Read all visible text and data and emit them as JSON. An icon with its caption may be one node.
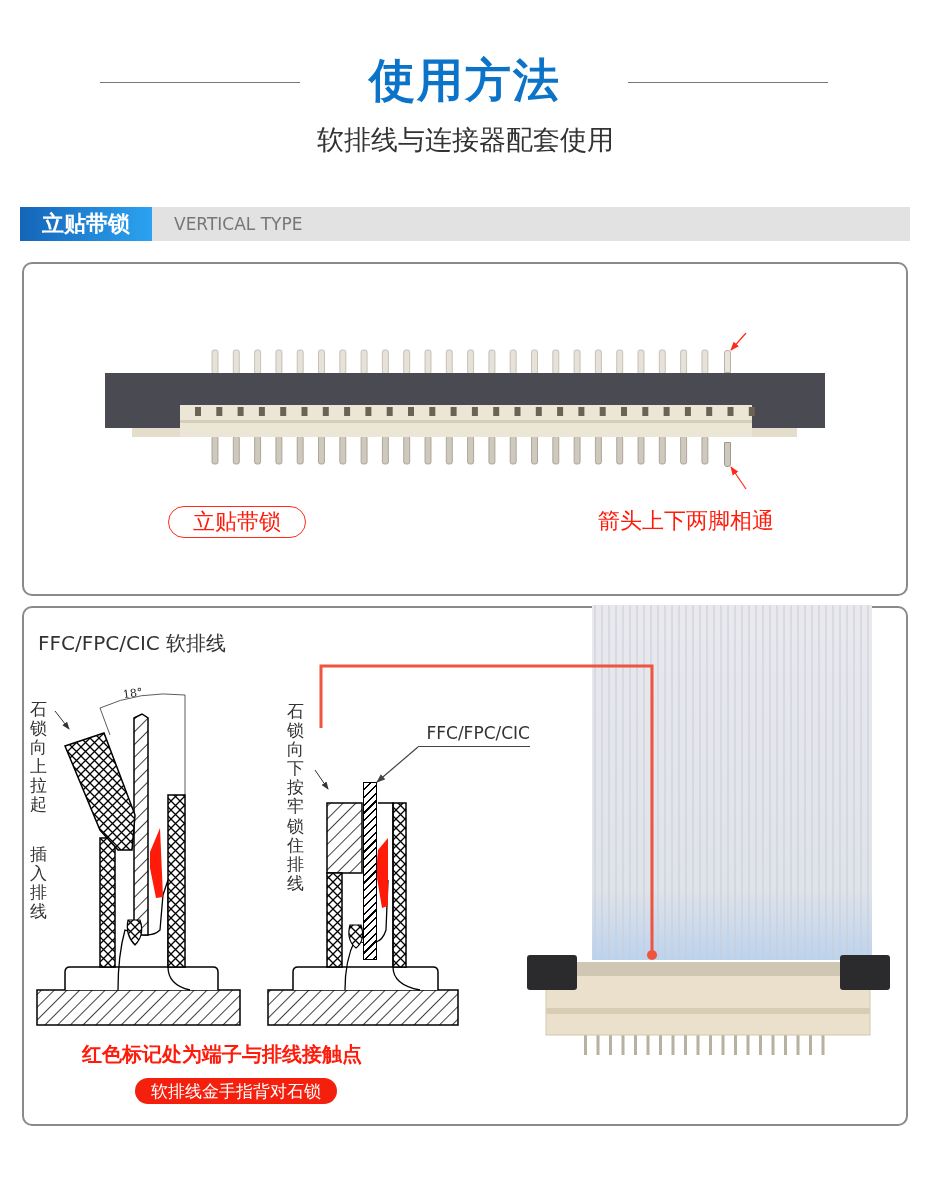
{
  "diagram": {
    "title": "使用方法",
    "nodes": [
      {
        "text": [
          "立贴带锁",
          "VERTICAL TYPE"
        ]
      },
      {
        "text": [],
        "shape": "picture"
      },
      {
        "text": [],
        "shape": "bar",
        "in": 1
      },
      {
        "text": [],
        "shape": "bar",
        "in": 1
      },
      {
        "text": [
          "立贴带锁"
        ]
      },
      {
        "text": [],
        "shape": "picture"
      },
      {
        "text": [
          "FFC/FPC/CIC"
        ]
      },
      {
        "text": [],
        "shape": "picture"
      },
      {
        "text": [],
        "shape": "bar",
        "in": 7
      },
      {
        "text": [],
        "shape": "picture"
      },
      {
        "text": [],
        "shape": "circle",
        "in": 9
      },
      {
        "text": [
          "软排线金手指背对石锁"
        ]
      }
    ],
    "edges": [
      {
        "from": null,
        "to": 2,
        "arrow": "to",
        "color": "#ff2a1a"
      },
      {
        "from": null,
        "to": 3,
        "arrow": "to",
        "color": "#ff2a1a"
      },
      {
        "from": 6,
        "to": 8,
        "arrow": "to",
        "color": "#444444"
      },
      {
        "from": null,
        "to": 10,
        "arrow": "none",
        "color": "#f0533f",
        "style": "thick"
      }
    ],
    "labels": [
      "软排线与连接器配套使用",
      "箭头上下两脚相通",
      "FFC/FPC/CIC 软排线",
      "18°",
      "石锁向上拉起",
      "插入排线",
      "石锁向下按牢",
      "锁住排线",
      "红色标记处为端子与排线接触点"
    ]
  }
}
